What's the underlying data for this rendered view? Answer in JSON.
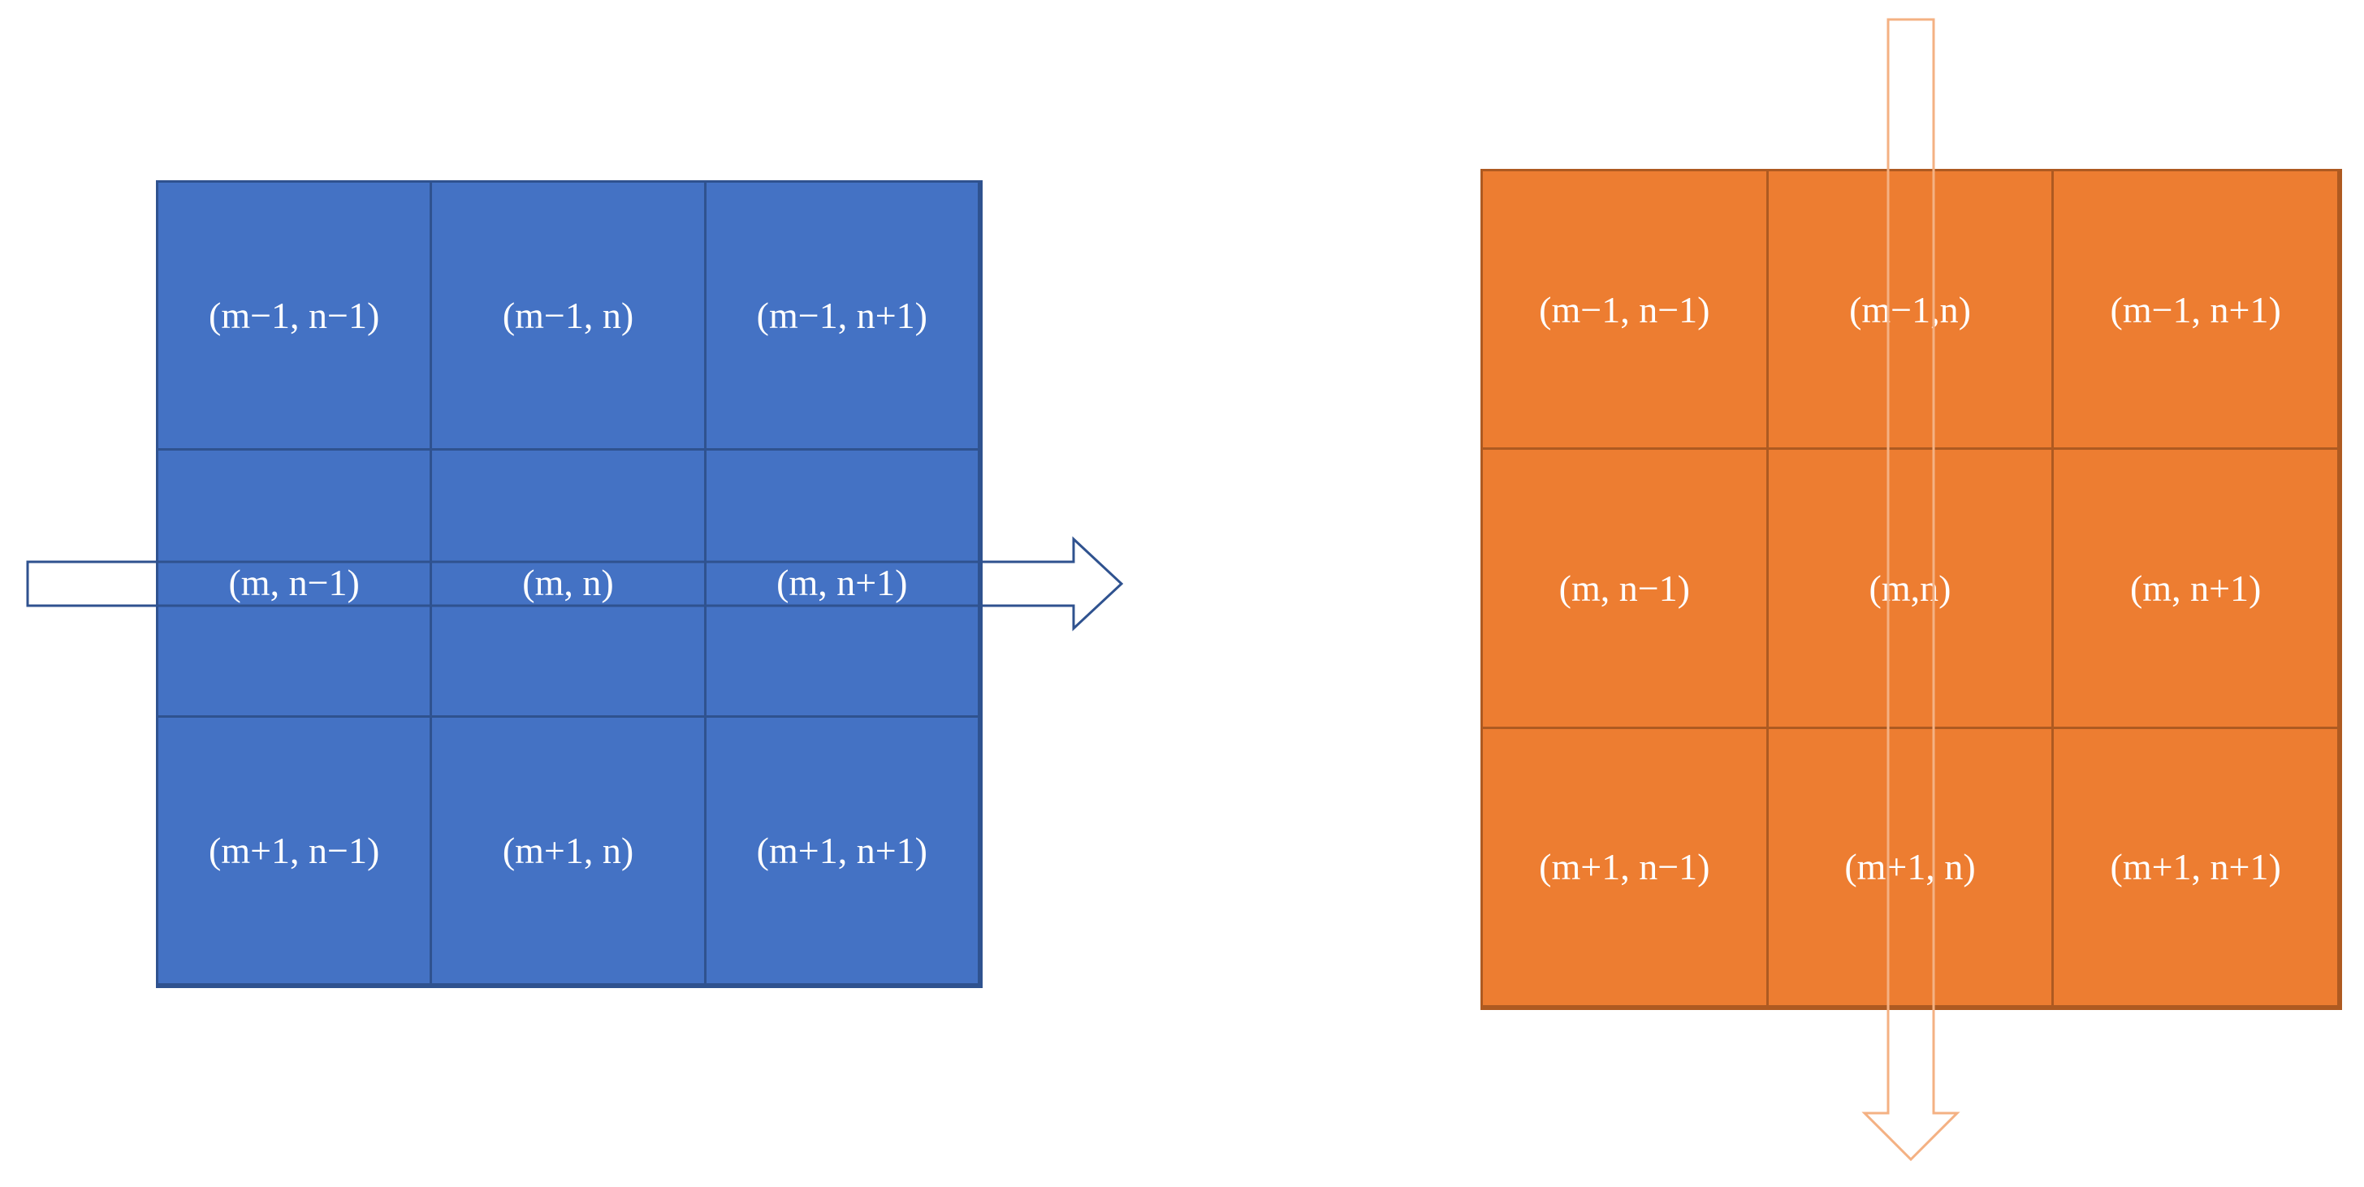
{
  "grids": {
    "left": {
      "fill": "#4472c4",
      "cells": [
        "(m−1, n−1)",
        "(m−1, n)",
        "(m−1, n+1)",
        "(m, n−1)",
        "(m, n)",
        "(m, n+1)",
        "(m+1, n−1)",
        "(m+1, n)",
        "(m+1, n+1)"
      ]
    },
    "right": {
      "fill": "#ed7d31",
      "cells": [
        "(m−1, n−1)",
        "(m−1,n)",
        "(m−1, n+1)",
        "(m, n−1)",
        "(m,n)",
        "(m, n+1)",
        "(m+1, n−1)",
        "(m+1, n)",
        "(m+1, n+1)"
      ]
    }
  },
  "arrows": {
    "horizontal": {
      "direction": "right",
      "stroke": "#2f528f"
    },
    "vertical": {
      "direction": "down",
      "stroke": "#f4b183"
    }
  }
}
